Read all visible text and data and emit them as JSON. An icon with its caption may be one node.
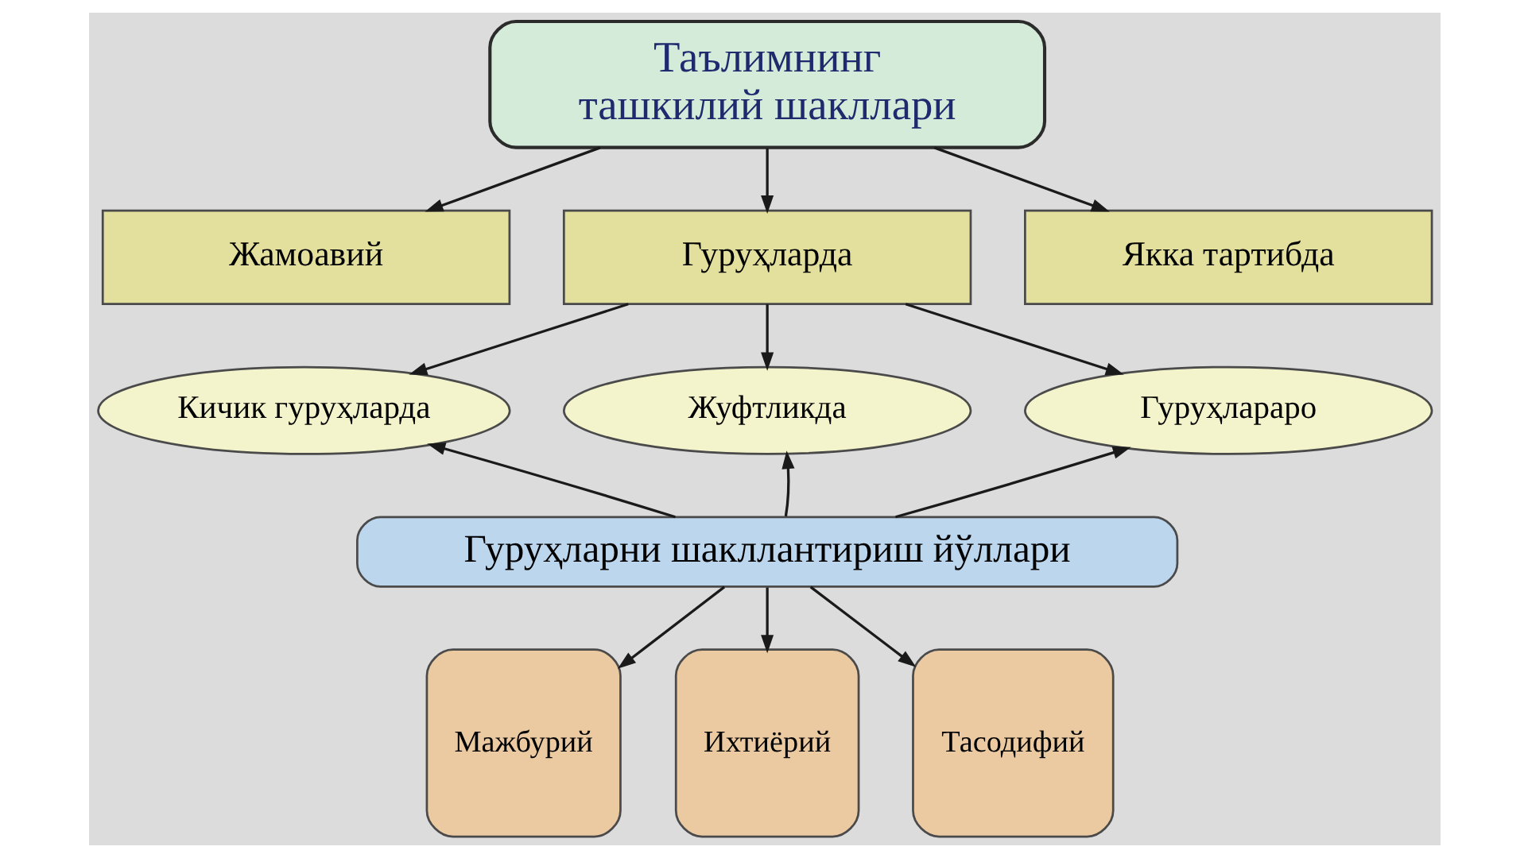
{
  "diagram": {
    "nodes": [
      {
        "text": [
          "Таълимнинг ташкилий шакллари"
        ]
      },
      {
        "text": [
          "Жамоавий"
        ]
      },
      {
        "text": [
          "Гуруҳларда"
        ]
      },
      {
        "text": [
          "Якка тартибда"
        ]
      },
      {
        "text": [
          "Кичик гуруҳларда"
        ]
      },
      {
        "text": [
          "Жуфтликда"
        ]
      },
      {
        "text": [
          "Гуруҳлараро"
        ]
      },
      {
        "text": [
          "Гуруҳларни шакллантириш йўллари"
        ]
      },
      {
        "text": [
          "Мажбурий"
        ]
      },
      {
        "text": [
          "Ихтиёрий"
        ]
      },
      {
        "text": [
          "Тасодифий"
        ]
      }
    ],
    "edges": [
      {
        "from": 0,
        "to": 1,
        "arrow": "to"
      },
      {
        "from": 0,
        "to": 2,
        "arrow": "to"
      },
      {
        "from": 0,
        "to": 3,
        "arrow": "to"
      },
      {
        "from": 2,
        "to": 4,
        "arrow": "to"
      },
      {
        "from": 2,
        "to": 5,
        "arrow": "to"
      },
      {
        "from": 2,
        "to": 6,
        "arrow": "to"
      },
      {
        "from": 7,
        "to": 4,
        "arrow": "to"
      },
      {
        "from": 7,
        "to": 5,
        "arrow": "to"
      },
      {
        "from": 7,
        "to": 6,
        "arrow": "to"
      },
      {
        "from": 7,
        "to": 8,
        "arrow": "to"
      },
      {
        "from": 7,
        "to": 9,
        "arrow": "to"
      },
      {
        "from": 7,
        "to": 10,
        "arrow": "to"
      }
    ]
  }
}
